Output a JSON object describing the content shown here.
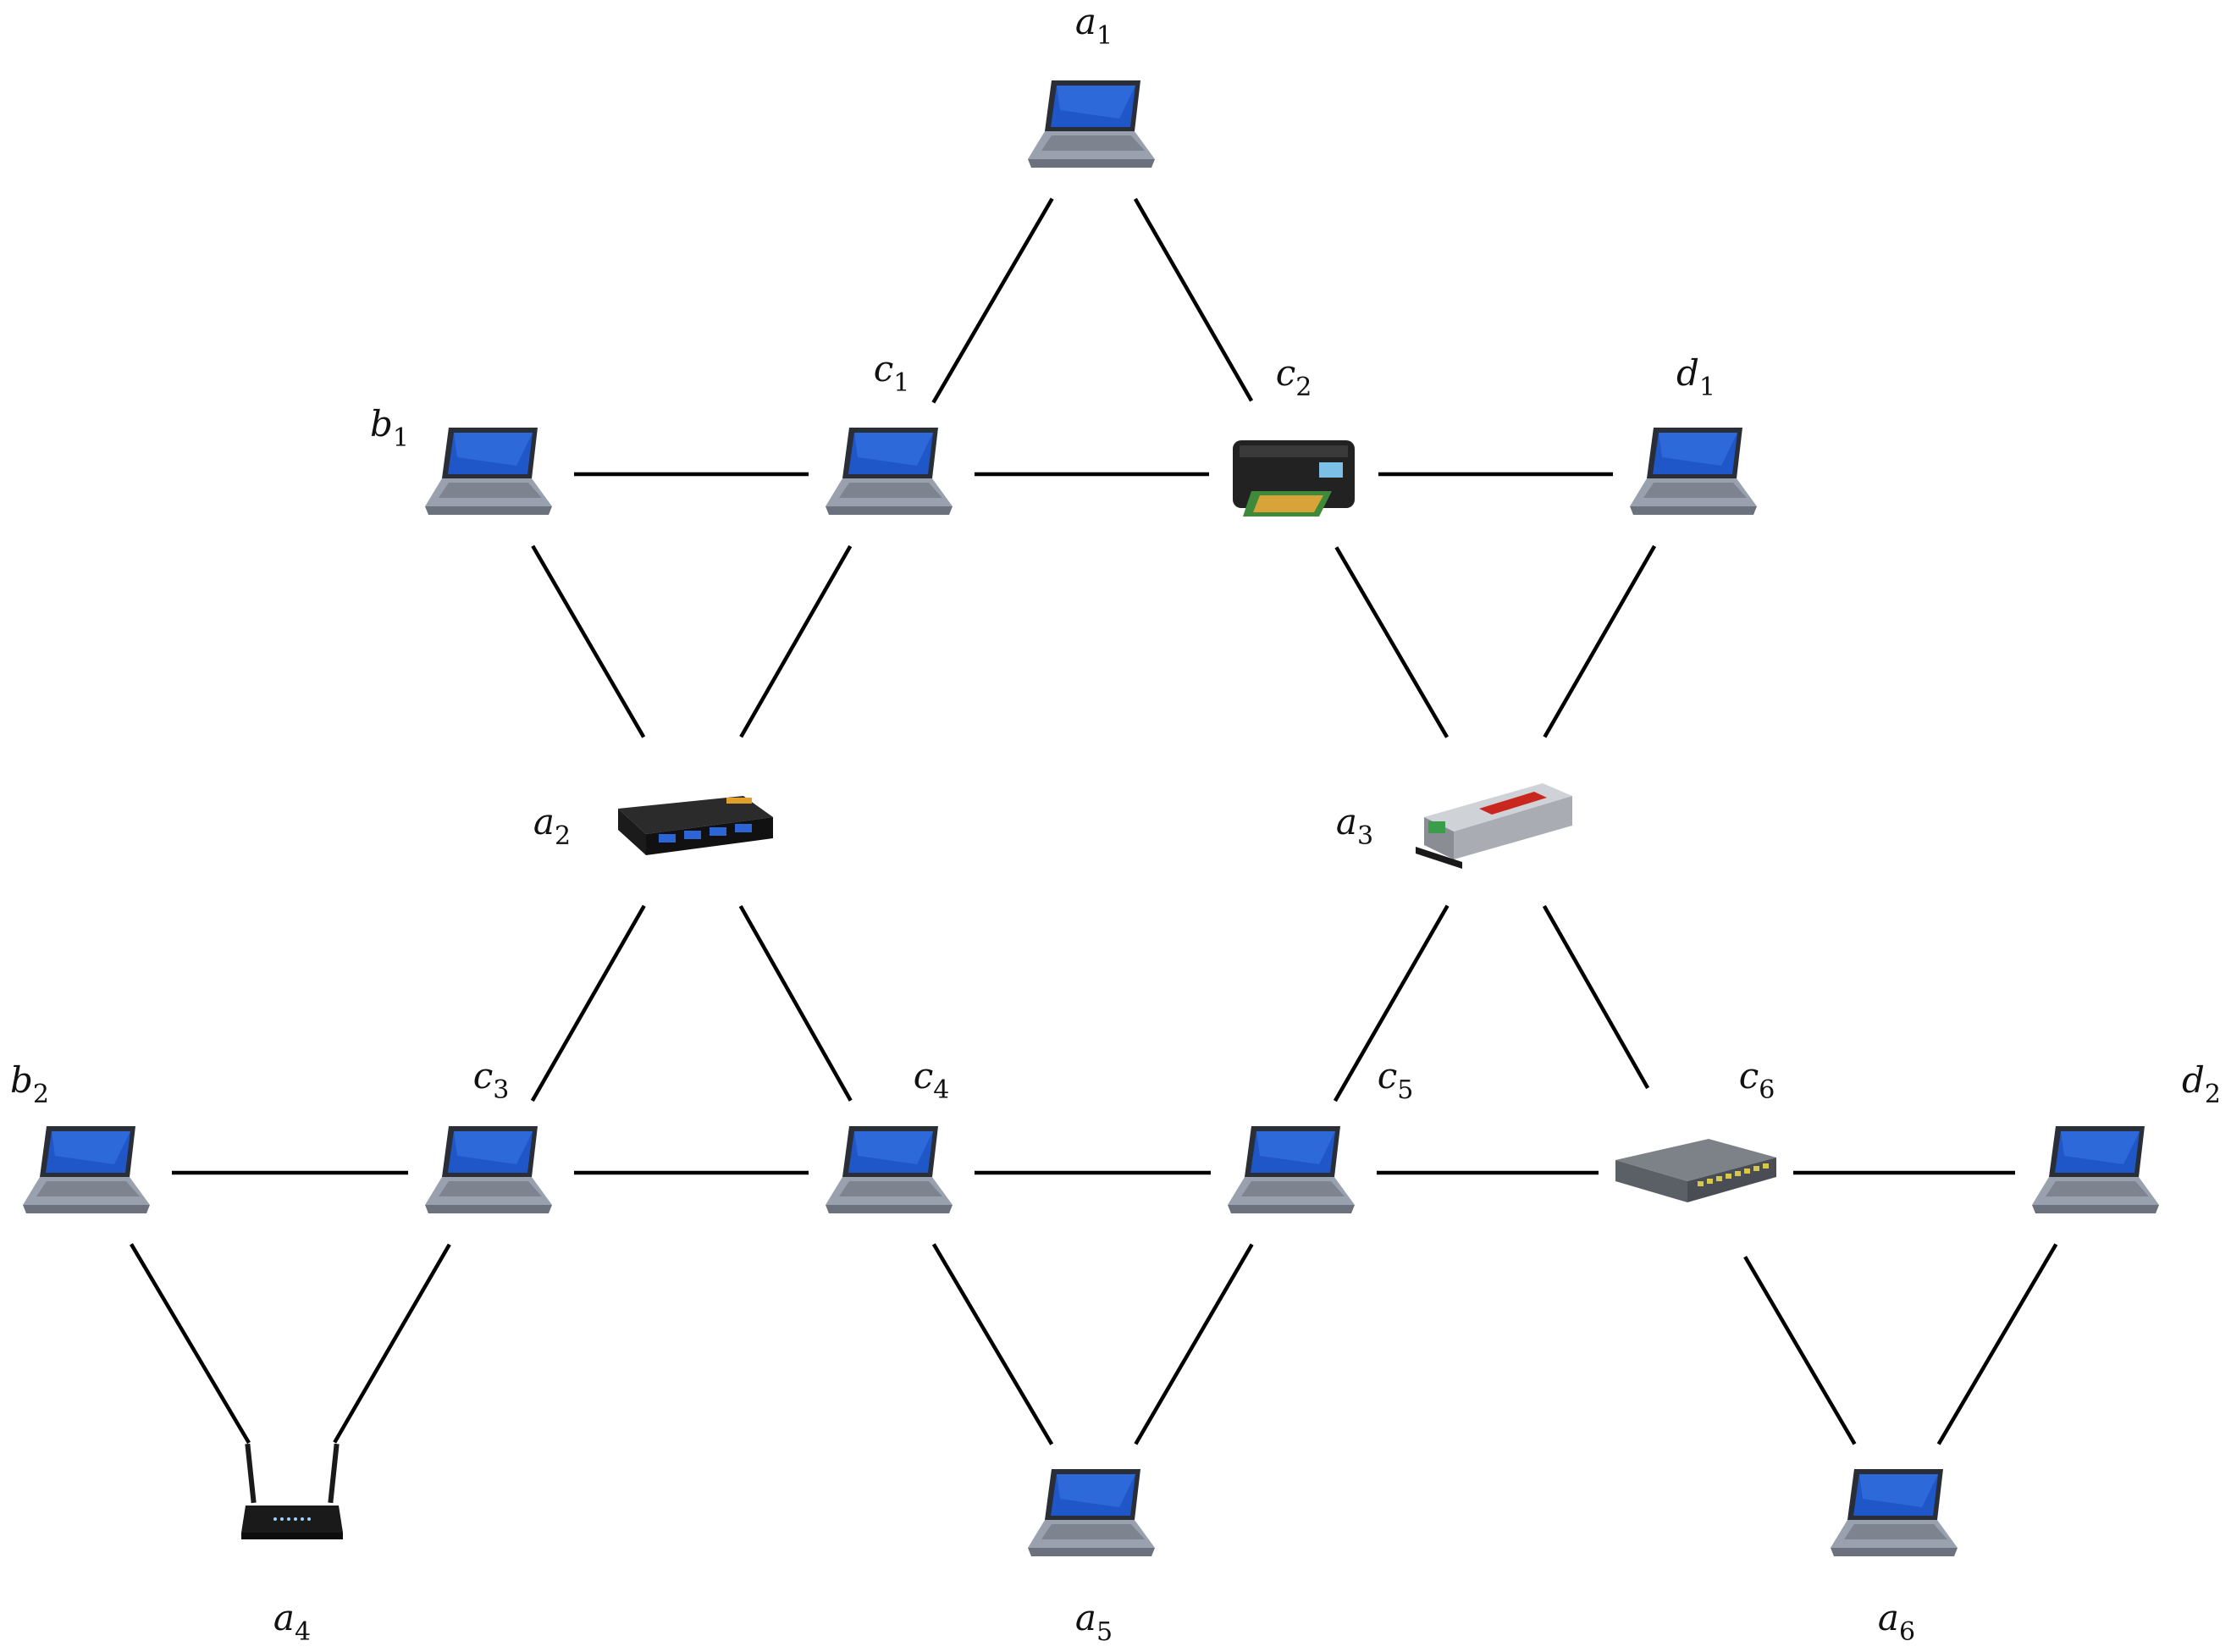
{
  "colors": {
    "edge": "#000000",
    "laptop_screen": "#1f57c9",
    "laptop_body": "#9aa1ae",
    "hub_body": "#1b1b1b",
    "port_blue": "#2d64d6",
    "switch_body": "#5b6066",
    "converter_body": "#a9adb3",
    "converter_label": "#c8261f",
    "converter_terminal": "#3a9d4a",
    "printer_body": "#222222",
    "router_body": "#1a1a1a"
  },
  "nodes": [
    {
      "id": "a1",
      "base": "a",
      "sub": "1",
      "device": "laptop-icon"
    },
    {
      "id": "b1",
      "base": "b",
      "sub": "1",
      "device": "laptop-icon"
    },
    {
      "id": "c1",
      "base": "c",
      "sub": "1",
      "device": "laptop-icon"
    },
    {
      "id": "c2",
      "base": "c",
      "sub": "2",
      "device": "printer-icon"
    },
    {
      "id": "d1",
      "base": "d",
      "sub": "1",
      "device": "laptop-icon"
    },
    {
      "id": "a2",
      "base": "a",
      "sub": "2",
      "device": "usb-hub-icon"
    },
    {
      "id": "a3",
      "base": "a",
      "sub": "3",
      "device": "serial-converter-icon"
    },
    {
      "id": "b2",
      "base": "b",
      "sub": "2",
      "device": "laptop-icon"
    },
    {
      "id": "c3",
      "base": "c",
      "sub": "3",
      "device": "laptop-icon"
    },
    {
      "id": "c4",
      "base": "c",
      "sub": "4",
      "device": "laptop-icon"
    },
    {
      "id": "c5",
      "base": "c",
      "sub": "5",
      "device": "laptop-icon"
    },
    {
      "id": "c6",
      "base": "c",
      "sub": "6",
      "device": "network-switch-icon"
    },
    {
      "id": "d2",
      "base": "d",
      "sub": "2",
      "device": "laptop-icon"
    },
    {
      "id": "a4",
      "base": "a",
      "sub": "4",
      "device": "wifi-router-icon"
    },
    {
      "id": "a5",
      "base": "a",
      "sub": "5",
      "device": "laptop-icon"
    },
    {
      "id": "a6",
      "base": "a",
      "sub": "6",
      "device": "laptop-icon"
    }
  ],
  "edges": [
    [
      "a1",
      "c1"
    ],
    [
      "a1",
      "c2"
    ],
    [
      "b1",
      "c1"
    ],
    [
      "c1",
      "c2"
    ],
    [
      "c2",
      "d1"
    ],
    [
      "b1",
      "a2"
    ],
    [
      "c1",
      "a2"
    ],
    [
      "c2",
      "a3"
    ],
    [
      "d1",
      "a3"
    ],
    [
      "a2",
      "c3"
    ],
    [
      "a2",
      "c4"
    ],
    [
      "a3",
      "c5"
    ],
    [
      "a3",
      "c6"
    ],
    [
      "b2",
      "c3"
    ],
    [
      "c3",
      "c4"
    ],
    [
      "c4",
      "c5"
    ],
    [
      "c5",
      "c6"
    ],
    [
      "c6",
      "d2"
    ],
    [
      "b2",
      "a4"
    ],
    [
      "c3",
      "a4"
    ],
    [
      "c4",
      "a5"
    ],
    [
      "c5",
      "a5"
    ],
    [
      "c6",
      "a6"
    ],
    [
      "d2",
      "a6"
    ]
  ]
}
